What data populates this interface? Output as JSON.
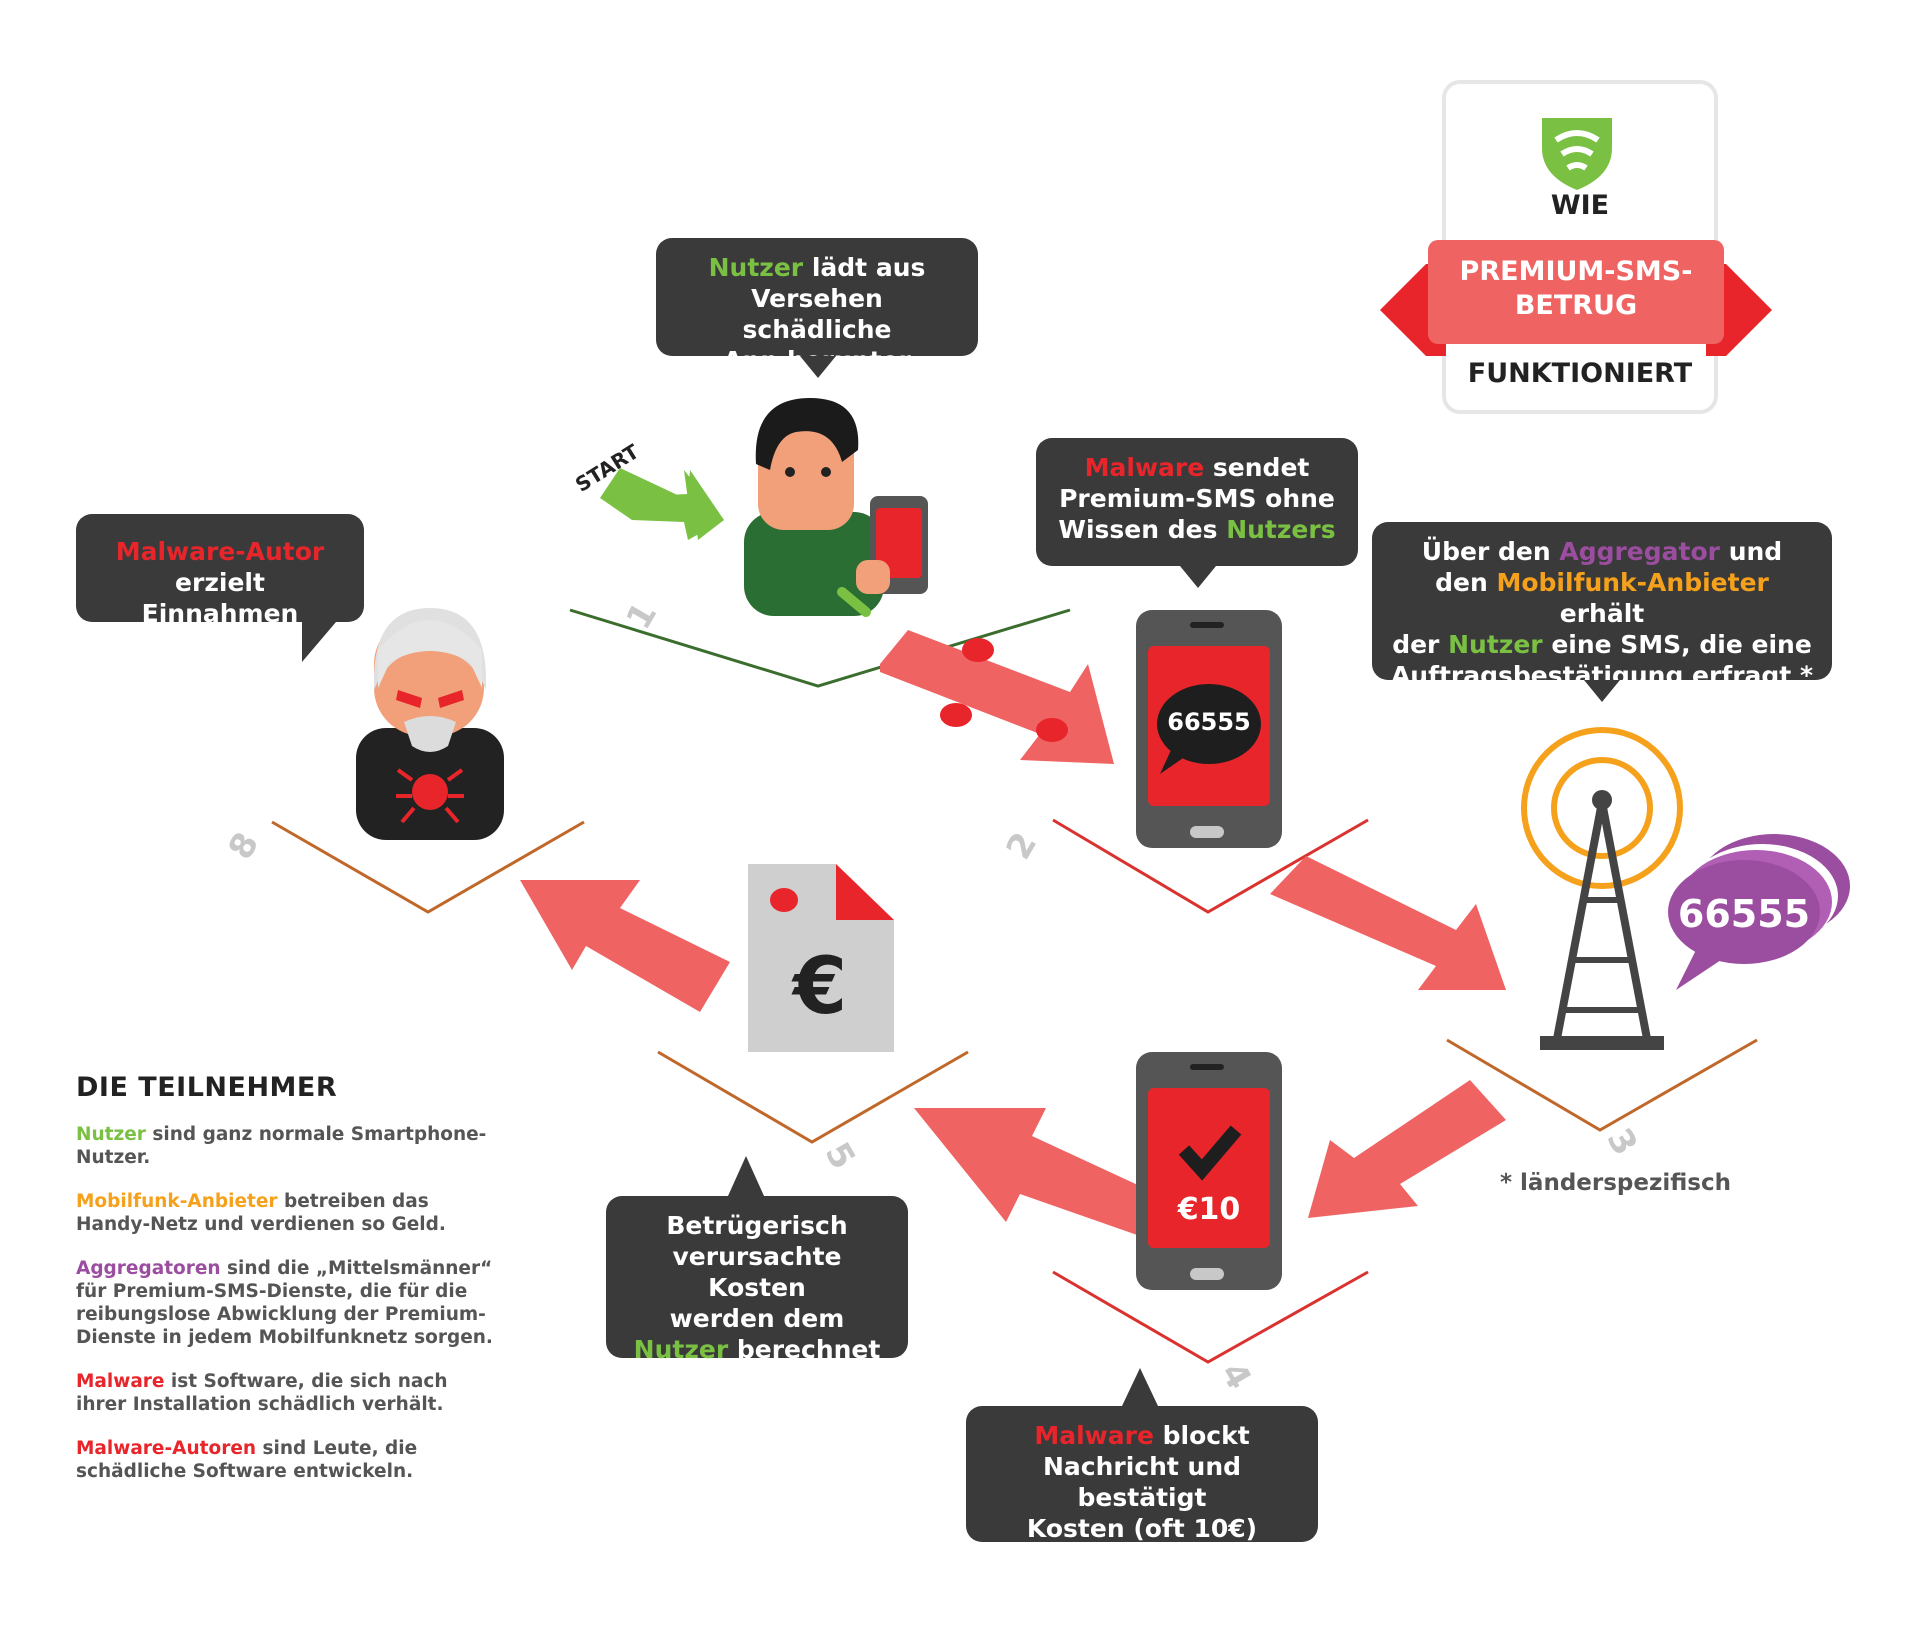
{
  "badge": {
    "wie": "WIE",
    "title_line1": "PREMIUM-SMS-",
    "title_line2": "BETRUG",
    "funktioniert": "FUNKTIONIERT",
    "brand_icon": "shield-wifi-icon"
  },
  "start_label": "START",
  "steps": [
    "1",
    "2",
    "3",
    "4",
    "5",
    "8"
  ],
  "bubbles": {
    "step1": {
      "hl": "Nutzer",
      "t1": " lädt aus",
      "t2": "Versehen schädliche",
      "t3": "App herunter"
    },
    "step2": {
      "hl": "Malware",
      "t1": " sendet",
      "t2": "Premium-SMS ohne",
      "t3": "Wissen des ",
      "hl2": "Nutzers"
    },
    "step3": {
      "l1a": "Über den ",
      "l1hl": "Aggregator",
      "l1b": " und",
      "l2a": "den ",
      "l2hl": "Mobilfunk-Anbieter",
      "l2b": " erhält",
      "l3a": "der ",
      "l3hl": "Nutzer",
      "l3b": " eine SMS, die eine",
      "l4": "Auftragsbestätigung erfragt *"
    },
    "step4": {
      "hl": "Malware",
      "t1": " blockt",
      "t2": "Nachricht und bestätigt",
      "t3": "Kosten (oft 10€)"
    },
    "step5": {
      "t1": "Betrügerisch",
      "t2": "verursachte Kosten",
      "t3": "werden dem",
      "hl": "Nutzer",
      "t4": " berechnet"
    },
    "step8": {
      "hl": "Malware-Autor",
      "t1": "erzielt Einnahmen"
    }
  },
  "phone_sms_number": "66555",
  "aggregator_sms_number": "66555",
  "phone_charge": "€10",
  "invoice_symbol": "€",
  "footnote": "* länderspezifisch",
  "legend": {
    "title": "DIE TEILNEHMER",
    "items": [
      {
        "hl": "Nutzer",
        "rest": " sind ganz normale Smartphone-Nutzer.",
        "color": "#7ac143"
      },
      {
        "hl": "Mobilfunk-Anbieter",
        "rest": " betreiben das Handy-Netz und verdienen so Geld.",
        "color": "#f5a11c"
      },
      {
        "hl": "Aggregatoren",
        "rest": " sind die „Mittelsmänner“ für Premium-SMS-Dienste, die für die reibungslose Abwicklung der Premium-Dienste in jedem Mobilfunknetz sorgen.",
        "color": "#9b4da0"
      },
      {
        "hl": "Malware",
        "rest": " ist Software, die sich nach ihrer Installation schädlich verhält.",
        "color": "#e8252a"
      },
      {
        "hl": "Malware-Autoren",
        "rest": " sind Leute, die schädliche Software entwickeln.",
        "color": "#e8252a"
      }
    ]
  },
  "colors": {
    "accent_red": "#e8252a",
    "arrow_red": "#ef6363",
    "user_green": "#7ac143",
    "aggregator_purple": "#9b4da0",
    "carrier_orange": "#f5a11c",
    "bubble_dark": "#3a3a3a"
  }
}
